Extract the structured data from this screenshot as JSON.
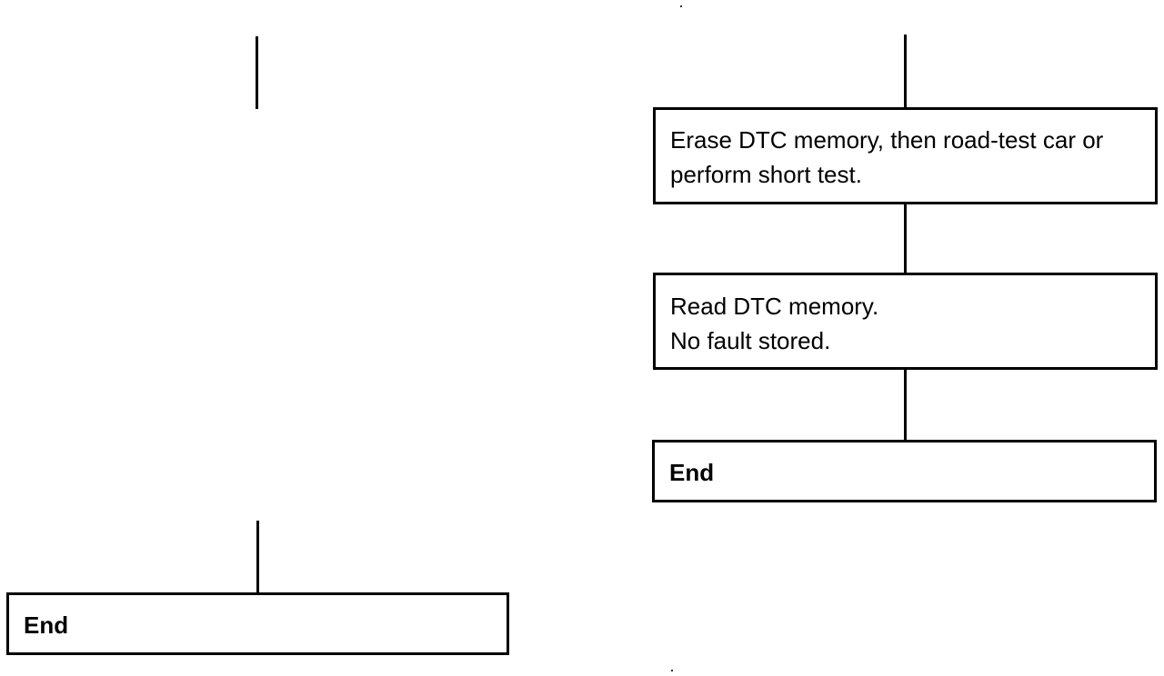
{
  "left_flow": {
    "end_box": {
      "label": "End"
    }
  },
  "right_flow": {
    "step1": {
      "lines": [
        "Erase DTC memory, then road-test car or",
        "perform short test."
      ]
    },
    "step2": {
      "lines": [
        "Read DTC memory.",
        "No fault stored."
      ]
    },
    "end_box": {
      "label": "End"
    }
  }
}
